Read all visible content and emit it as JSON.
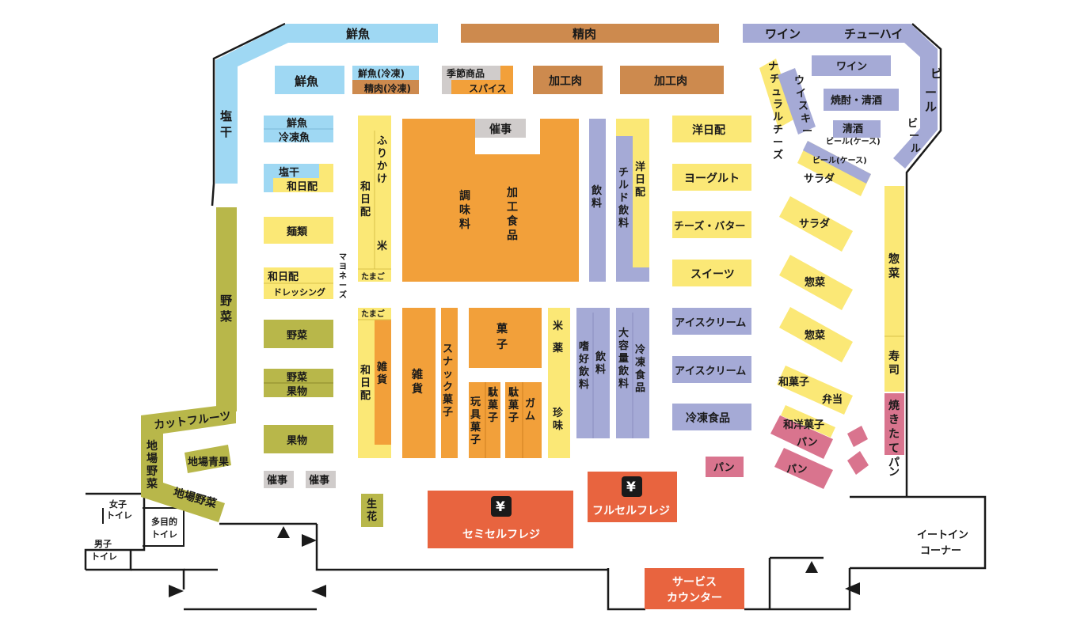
{
  "colors": {
    "seafood": "#9fd8f3",
    "meat": "#cd8a4e",
    "drinks": "#a5aad6",
    "grocery": "#f2a03a",
    "daily": "#fbe876",
    "produce": "#b8b74a",
    "bakery": "#d9748e",
    "register": "#e8643f",
    "event": "#d0cccb"
  },
  "outer": {
    "seafood": "鮮魚",
    "meat": "精肉",
    "wine": "ワイン",
    "chuhai": "チューハイ",
    "beer": "ビール",
    "shiobi": "塩干",
    "vegetables": "野菜",
    "cut_fruits": "カットフルーツ",
    "local_vegetables": "地場野菜",
    "souzai": "惣菜",
    "sushi": "寿司",
    "fresh_bread": "焼きたてパン"
  },
  "rooms": {
    "womens_restroom": "女子トイレ",
    "multi_restroom": "多目的トイレ",
    "mens_restroom": "男子トイレ",
    "eat_in": "イートインコーナー",
    "service_counter": "サービスカウンター"
  },
  "left_column": {
    "seafood": "鮮魚",
    "seafood2": "鮮魚",
    "frozen_fish": "冷凍魚",
    "shiobi": "塩干",
    "wabi": "和日配",
    "noodles": "麺類",
    "wabi2": "和日配",
    "dressing": "ドレッシング",
    "mayonnaise": "マヨネーズ",
    "vegetables": "野菜",
    "veg_fruit_1": "野菜",
    "veg_fruit_2": "果物",
    "fruits": "果物",
    "local_produce": "地場青果",
    "event1": "催事",
    "event2": "催事"
  },
  "top_row": {
    "fish_frozen": "鮮魚(冷凍)",
    "meat_frozen": "精肉(冷凍)",
    "seasonal": "季節商品",
    "spice": "スパイス",
    "processed_meat1": "加工肉",
    "processed_meat2": "加工肉"
  },
  "center": {
    "event": "催事",
    "furikake": "ふりかけ",
    "wabi_a": "和日配",
    "rice_a": "米",
    "tamago_a": "たまご",
    "seasoning": "調味料",
    "processed_food": "加工食品",
    "tamago_b": "たまご",
    "wabi_b": "和日配",
    "zakka_a": "雑貨",
    "zakka_b": "雑貨",
    "snacks": "スナック菓子",
    "confectionery": "菓子",
    "toy_candy": "玩具菓子",
    "dagashi_a": "駄菓子",
    "dagashi_b": "駄菓子",
    "gum": "ガム",
    "rice_medicine_delicacy": "米 薬 珍味",
    "fresh_flowers": "生花"
  },
  "right_center": {
    "drinks_a": "飲料",
    "chilled_drinks": "チルド飲料",
    "western_daily": "洋日配",
    "luxury_drinks": "嗜好飲料",
    "drinks_b": "飲料",
    "large_drinks": "大容量飲料",
    "frozen_food_v": "冷凍食品"
  },
  "cases": {
    "western_daily": "洋日配",
    "yogurt": "ヨーグルト",
    "cheese_butter": "チーズ・バター",
    "sweets": "スイーツ",
    "ice_cream1": "アイスクリーム",
    "ice_cream2": "アイスクリーム",
    "frozen_food": "冷凍食品",
    "bread": "パン"
  },
  "right_area": {
    "natural_cheese": "ナチュラルチーズ",
    "whisky": "ウイスキー",
    "wine": "ワイン",
    "shochu_sake": "焼酎・清酒",
    "sake": "清酒",
    "beer_case1": "ビール(ケース)",
    "beer": "ビール",
    "beer_case2": "ビール(ケース)",
    "salad1": "サラダ",
    "salad2": "サラダ",
    "souzai1": "惣菜",
    "souzai2": "惣菜",
    "wagashi": "和菓子",
    "bento": "弁当",
    "wayo_gashi": "和洋菓子",
    "bread1": "パン",
    "bread2": "パン"
  },
  "registers": {
    "yen_icon": "¥",
    "semi_self": "セミセルフレジ",
    "full_self": "フルセルフレジ"
  }
}
